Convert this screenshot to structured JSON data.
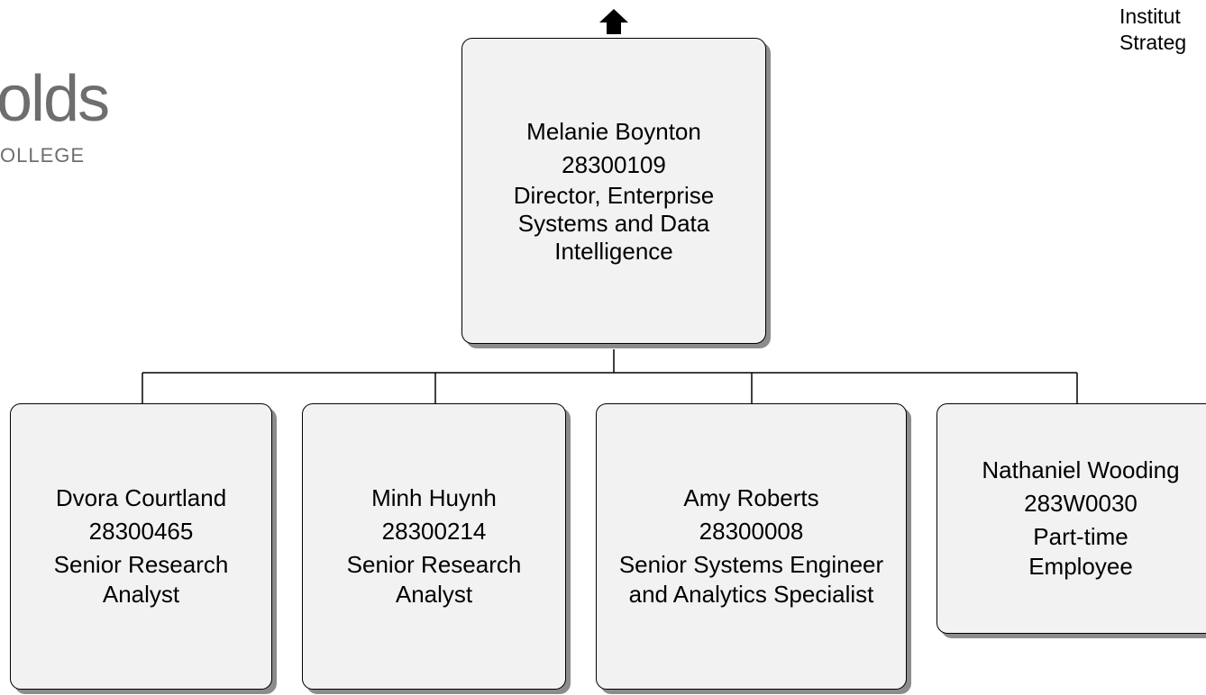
{
  "logo": {
    "word": "olds",
    "subtitle": "OLLEGE"
  },
  "header_text": {
    "line1": "Institut",
    "line2": "Strateg"
  },
  "manager": {
    "name": "Melanie Boynton",
    "number": "28300109",
    "title": "Director, Enterprise Systems and Data Intelligence"
  },
  "reports": [
    {
      "name": "Dvora Courtland",
      "number": "28300465",
      "title": "Senior Research Analyst"
    },
    {
      "name": "Minh Huynh",
      "number": "28300214",
      "title": "Senior Research Analyst"
    },
    {
      "name": "Amy Roberts",
      "number": "28300008",
      "title": "Senior Systems Engineer and Analytics Specialist"
    },
    {
      "name": "Nathaniel Wooding",
      "number": "283W0030",
      "title": "Part-time Employee"
    }
  ],
  "icons": {
    "up_arrow": "arrow-up-icon"
  }
}
